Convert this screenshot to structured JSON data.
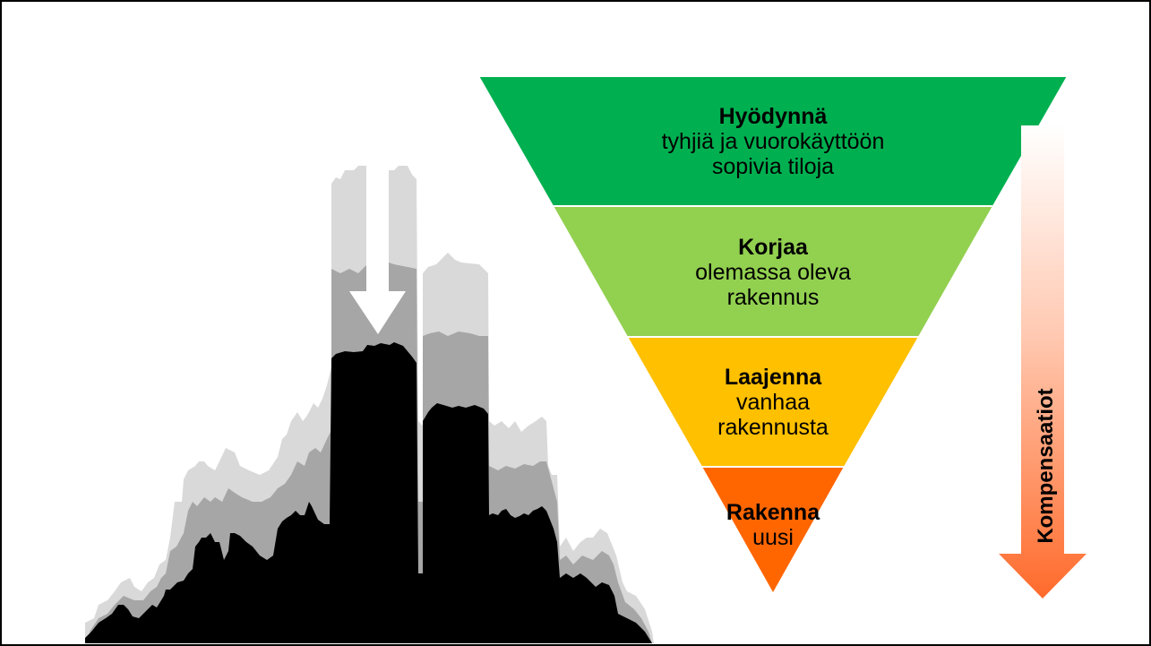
{
  "colors": {
    "level1": "#00b050",
    "level2": "#92d050",
    "level3": "#ffc000",
    "level4": "#ff6600",
    "skyline_dark": "#000000",
    "skyline_mid": "#a6a6a6",
    "skyline_light": "#d9d9d9",
    "arrow_gradient_top": "#ffffff",
    "arrow_gradient_bottom": "#ff6a2b"
  },
  "pyramid": {
    "levels": [
      {
        "title": "Hyödynnä",
        "line1": "tyhjiä ja vuorokäyttöön",
        "line2": "sopivia tiloja"
      },
      {
        "title": "Korjaa",
        "line1": "olemassa oleva",
        "line2": "rakennus"
      },
      {
        "title": "Laajenna",
        "line1": "vanhaa",
        "line2": "rakennusta"
      },
      {
        "title": "Rakenna",
        "line1": "uusi",
        "line2": ""
      }
    ]
  },
  "side_arrow": {
    "label": "Kompensaatiot",
    "icon": "down-arrow-icon"
  },
  "skyline": {
    "icon": "city-skyline-icon",
    "arrow_icon": "down-arrow-icon"
  }
}
